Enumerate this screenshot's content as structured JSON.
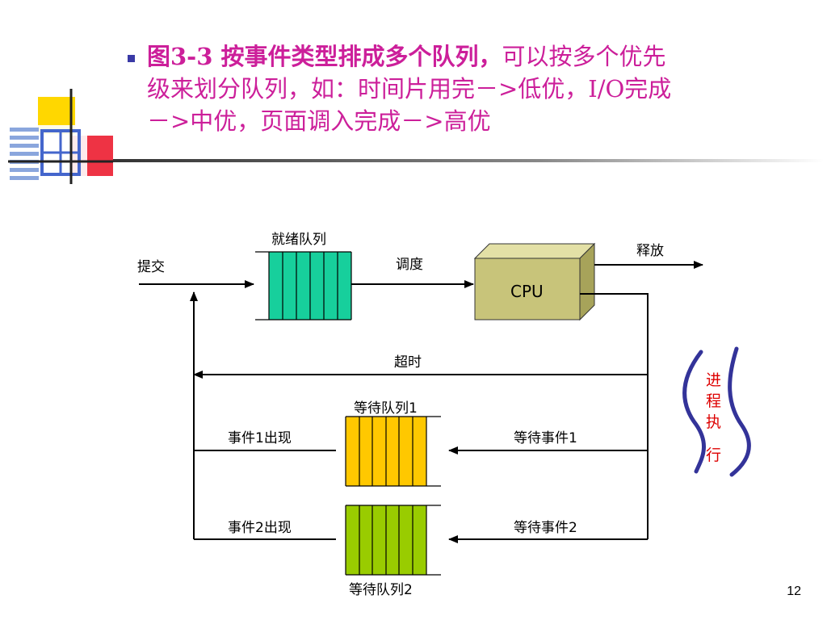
{
  "title": {
    "bold_part": "图3-3 按事件类型排成多个队列，",
    "line1_rest": "可以按多个优先",
    "line2": "级来划分队列，如：时间片用完－>低优，I/O完成",
    "line3": "－>中优，页面调入完成－>高优"
  },
  "diagram": {
    "submit": "提交",
    "ready_queue": "就绪队列",
    "dispatch": "调度",
    "cpu": "CPU",
    "release": "释放",
    "timeout": "超时",
    "wait_queue_1": "等待队列1",
    "event1_occur": "事件1出现",
    "wait_event1": "等待事件1",
    "event2_occur": "事件2出现",
    "wait_event2": "等待事件2",
    "wait_queue_2": "等待队列2",
    "process_exec": [
      "进",
      "程",
      "执",
      "行"
    ]
  },
  "colors": {
    "title": "#cc1f9a",
    "ready_queue": "#17cf9c",
    "wait_queue_1": "#ffc800",
    "wait_queue_2": "#99cc00",
    "cpu_face": "#c8c47a",
    "process_exec_text": "#dd0000",
    "brace": "#333399"
  },
  "page_number": "12"
}
